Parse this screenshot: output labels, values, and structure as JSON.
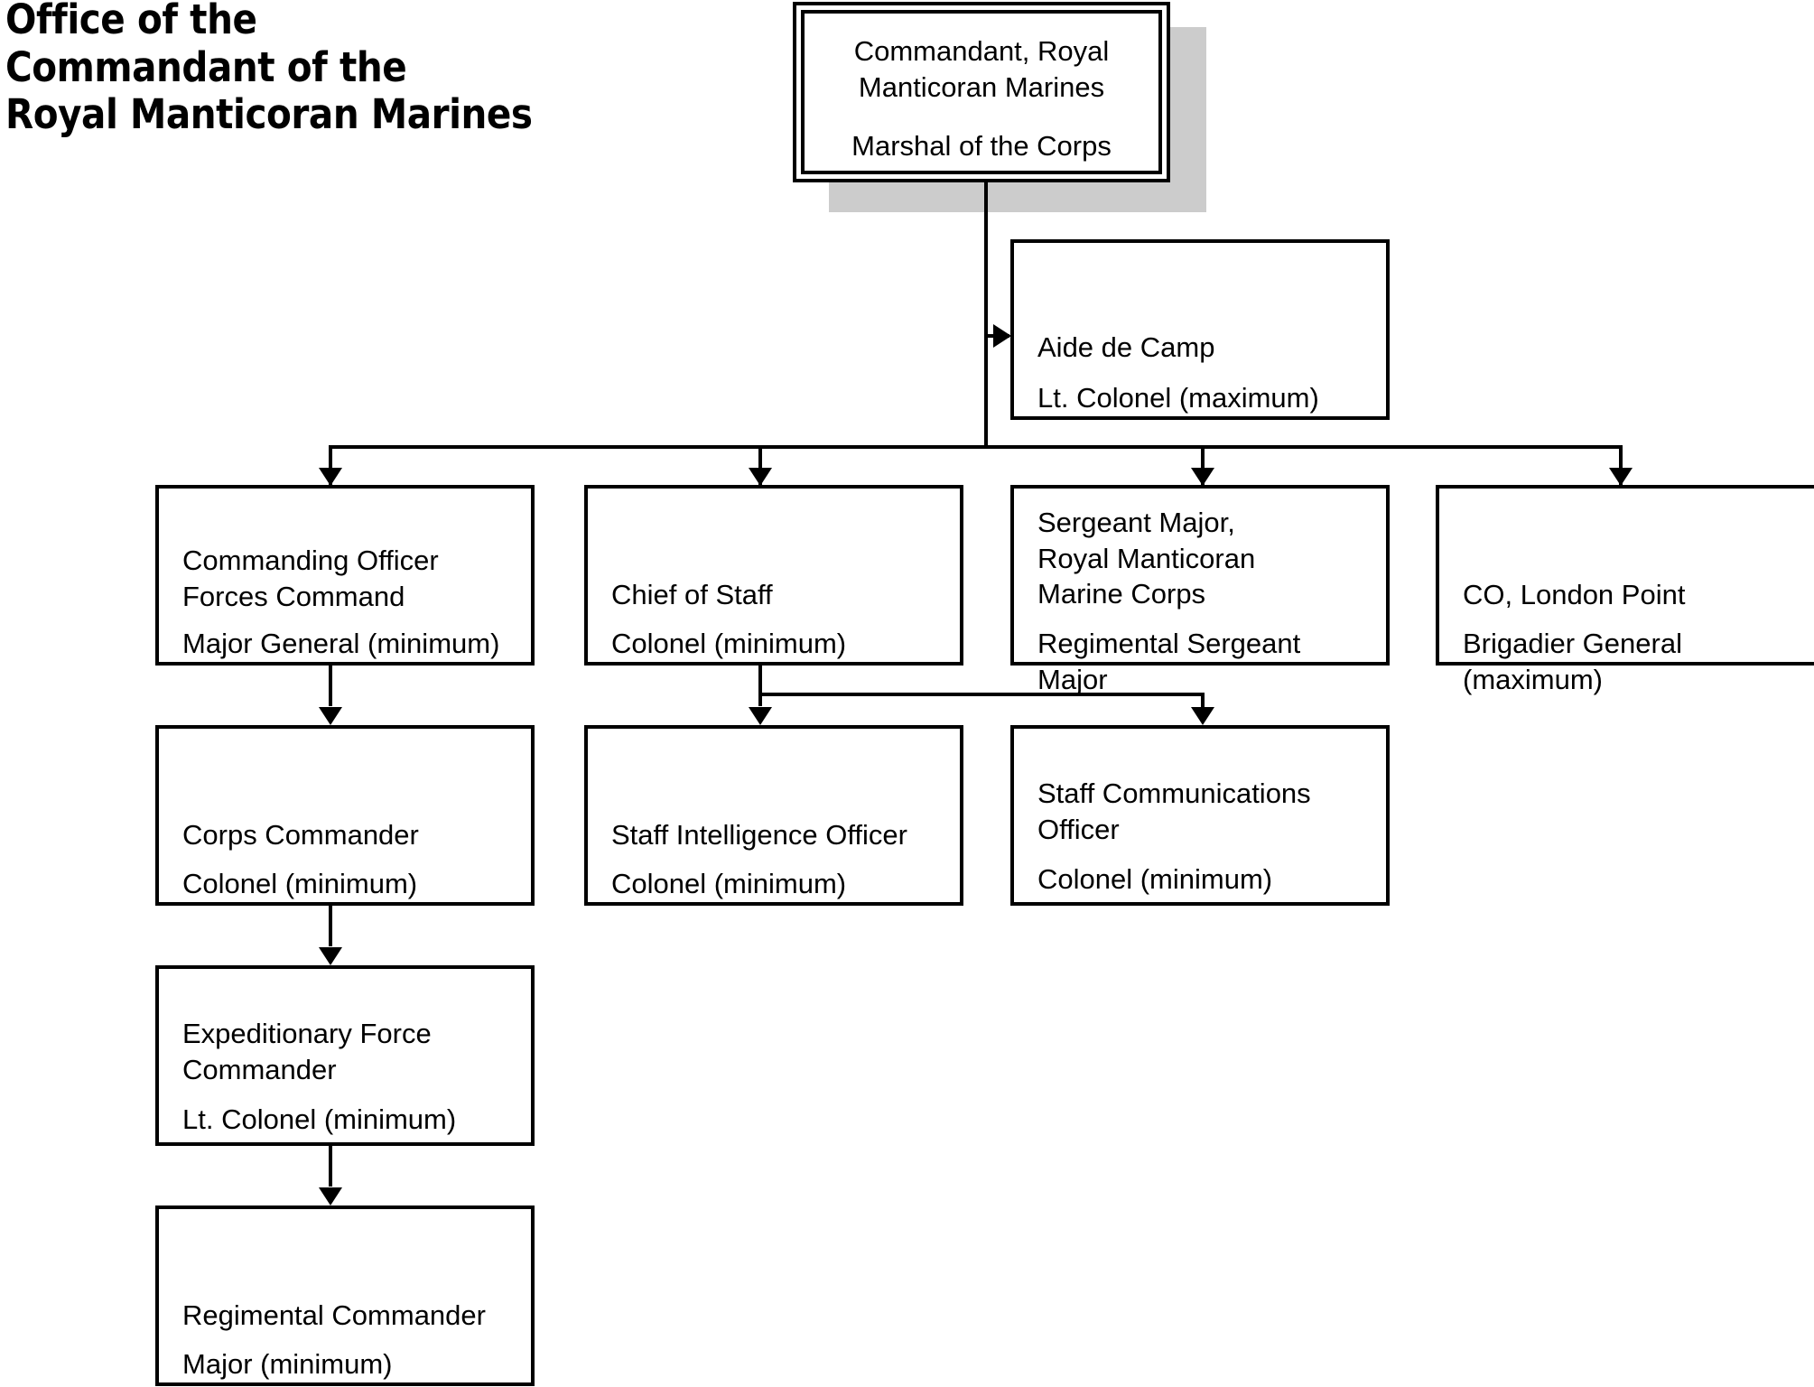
{
  "title": "Office of the\nCommandant of the\nRoyal Manticoran Marines",
  "colors": {
    "line": "#000000",
    "box_fill": "#ffffff",
    "shadow": "#cccccc",
    "text": "#000000"
  },
  "chart_data": {
    "type": "diagram",
    "diagram_kind": "organizational-chart",
    "title": "Office of the Commandant of the Royal Manticoran Marines",
    "nodes": [
      {
        "id": "commandant",
        "role": "Commandant, Royal\nManticoran Marines",
        "rank": "Marshal of the Corps",
        "style": "double-border-shadow",
        "align": "center"
      },
      {
        "id": "aide",
        "role": "Aide de Camp",
        "rank": "Lt. Colonel (maximum)",
        "style": "single",
        "align": "left"
      },
      {
        "id": "co-forces",
        "role": "Commanding Officer\nForces Command",
        "rank": "Major General (minimum)",
        "style": "single",
        "align": "left"
      },
      {
        "id": "chief-of-staff",
        "role": "Chief of Staff",
        "rank": "Colonel (minimum)",
        "style": "single",
        "align": "left"
      },
      {
        "id": "sergeant-major",
        "role": "Sergeant Major,\nRoyal Manticoran\nMarine Corps",
        "rank": "Regimental Sergeant Major",
        "style": "single",
        "align": "left"
      },
      {
        "id": "co-london-point",
        "role": "CO, London Point",
        "rank": "Brigadier General (maximum)",
        "style": "single",
        "align": "left"
      },
      {
        "id": "corps-commander",
        "role": "Corps Commander",
        "rank": "Colonel (minimum)",
        "style": "single",
        "align": "left"
      },
      {
        "id": "staff-intelligence",
        "role": "Staff Intelligence Officer",
        "rank": "Colonel (minimum)",
        "style": "single",
        "align": "left"
      },
      {
        "id": "staff-communications",
        "role": "Staff Communications\nOfficer",
        "rank": "Colonel (minimum)",
        "style": "single",
        "align": "left"
      },
      {
        "id": "expeditionary",
        "role": "Expeditionary Force\nCommander",
        "rank": "Lt. Colonel (minimum)",
        "style": "single",
        "align": "left"
      },
      {
        "id": "regimental",
        "role": "Regimental Commander",
        "rank": "Major (minimum)",
        "style": "single",
        "align": "left"
      }
    ],
    "edges": [
      {
        "from": "commandant",
        "to": "aide",
        "arrow": "right"
      },
      {
        "from": "commandant",
        "to": "co-forces",
        "arrow": "down"
      },
      {
        "from": "commandant",
        "to": "chief-of-staff",
        "arrow": "down"
      },
      {
        "from": "commandant",
        "to": "sergeant-major",
        "arrow": "down"
      },
      {
        "from": "commandant",
        "to": "co-london-point",
        "arrow": "down"
      },
      {
        "from": "co-forces",
        "to": "corps-commander",
        "arrow": "down"
      },
      {
        "from": "chief-of-staff",
        "to": "staff-intelligence",
        "arrow": "down"
      },
      {
        "from": "chief-of-staff",
        "to": "staff-communications",
        "arrow": "down"
      },
      {
        "from": "corps-commander",
        "to": "expeditionary",
        "arrow": "down"
      },
      {
        "from": "expeditionary",
        "to": "regimental",
        "arrow": "down"
      }
    ]
  }
}
